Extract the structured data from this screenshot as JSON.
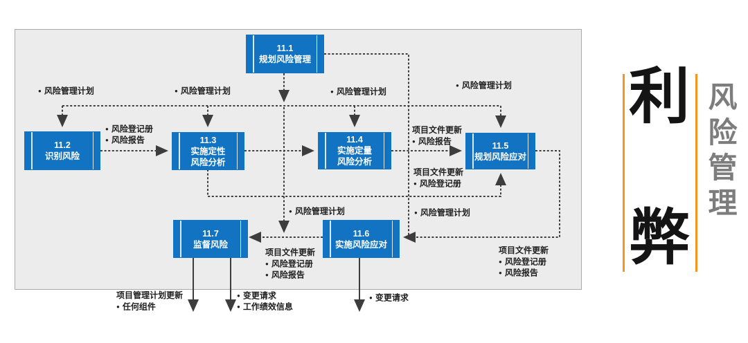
{
  "glyphs": {
    "bullet": "●"
  },
  "colors": {
    "process_blue": "#1173c2",
    "connector_gray": "#3d3d3d",
    "panel_background": "#ececec",
    "accent_orange": "#f7941e",
    "vertical_title_gray": "#7d7d7d"
  },
  "processes": [
    {
      "id": "11.1",
      "name": "规划风险管理"
    },
    {
      "id": "11.2",
      "name": "识别风险"
    },
    {
      "id": "11.3",
      "name": "实施定性\n风险分析"
    },
    {
      "id": "11.4",
      "name": "实施定量\n风险分析"
    },
    {
      "id": "11.5",
      "name": "规划风险应对"
    },
    {
      "id": "11.6",
      "name": "实施风险应对"
    },
    {
      "id": "11.7",
      "name": "监督风险"
    }
  ],
  "labels": {
    "risk_management_plan": "风险管理计划",
    "risk_register": "风险登记册",
    "risk_report": "风险报告",
    "project_documents_update": "项目文件更新",
    "project_management_plan_update": "项目管理计划更新",
    "any_component": "任何组件",
    "change_request": "变更请求",
    "work_performance_information": "工作绩效信息"
  },
  "side_banner": {
    "pros_char": "利",
    "cons_char": "弊",
    "vertical_title": "风险管理"
  }
}
